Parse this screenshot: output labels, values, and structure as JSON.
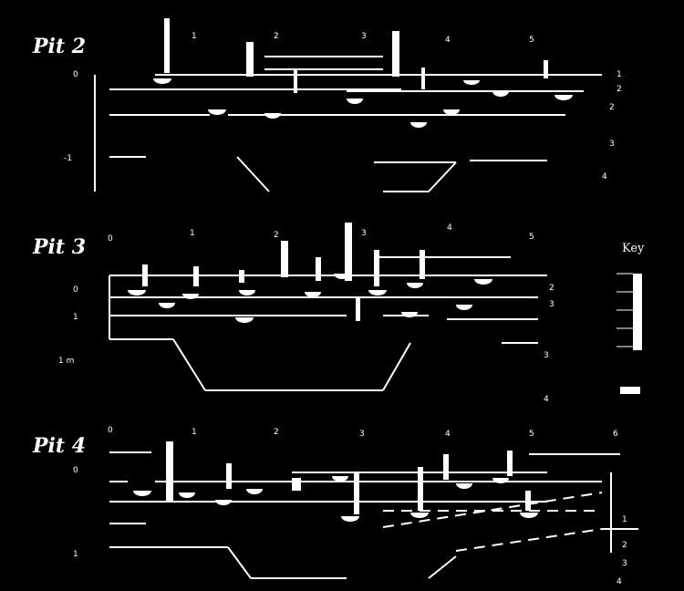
{
  "pits": [
    {
      "title": "Pit 2",
      "scale_top": [
        "1",
        "2",
        "3",
        "4",
        "5"
      ],
      "depth_labels": [
        "0",
        "-1"
      ],
      "right_labels": [
        "1",
        "2",
        "2",
        "3",
        "4"
      ]
    },
    {
      "title": "Pit 3",
      "scale_top": [
        "0",
        "1",
        "2",
        "3",
        "4",
        "5"
      ],
      "depth_labels": [
        "0",
        "1",
        "1 m"
      ],
      "right_labels": [
        "2",
        "3",
        "3",
        "4"
      ]
    },
    {
      "title": "Pit 4",
      "scale_top": [
        "0",
        "1",
        "2",
        "3",
        "4",
        "5",
        "6"
      ],
      "depth_labels": [
        "0",
        "1"
      ],
      "right_labels": [
        "1",
        "2",
        "3",
        "4"
      ]
    }
  ],
  "key": {
    "title": "Key"
  },
  "colors": {
    "background": "#000000",
    "ink": "#ffffff"
  }
}
